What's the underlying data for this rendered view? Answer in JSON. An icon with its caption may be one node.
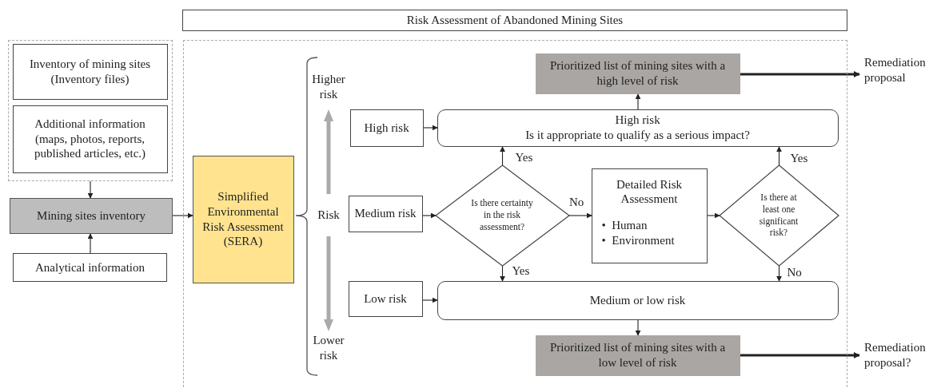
{
  "diagram": {
    "nodes": [
      {
        "text": [
          "Risk Assessment of Abandoned Mining Sites"
        ]
      },
      {
        "text": [],
        "shape": "box"
      },
      {
        "text": [
          "Inventory of mining sites (Inventory files)"
        ],
        "in": 1
      },
      {
        "text": [
          "Additional information (maps, photos, reports, published articles, etc.)"
        ],
        "in": 1
      },
      {
        "text": [
          "Mining sites inventory"
        ]
      },
      {
        "text": [
          "Analytical information"
        ]
      },
      {
        "text": [],
        "shape": "box"
      },
      {
        "text": [
          "Simplified Environmental Risk Assessment (SERA)"
        ],
        "in": 6
      },
      {
        "text": [
          "High risk"
        ],
        "in": 6
      },
      {
        "text": [
          "Medium risk"
        ],
        "in": 6
      },
      {
        "text": [
          "Low risk"
        ],
        "in": 6
      },
      {
        "text": [
          "High risk",
          "Is it appropriate to qualify as a serious impact?"
        ],
        "in": 6
      },
      {
        "text": [
          "Is there certainty in the risk assessment?"
        ],
        "in": 6
      },
      {
        "text": [
          "Detailed Risk Assessment",
          "•  Human",
          "•  Environment"
        ],
        "in": 6
      },
      {
        "text": [
          "Is there at least one significant risk?"
        ],
        "in": 6
      },
      {
        "text": [
          "Medium or low risk"
        ],
        "in": 6
      },
      {
        "text": [
          "Prioritized list of mining sites with a high level of risk"
        ],
        "in": 6
      },
      {
        "text": [
          "Prioritized list of mining sites with a low level of risk"
        ],
        "in": 6
      },
      {
        "text": [
          "Remediation proposal"
        ]
      },
      {
        "text": [
          "Remediation proposal?"
        ]
      }
    ],
    "edges": [
      {
        "from": 1,
        "to": 4,
        "arrow": "to"
      },
      {
        "from": 5,
        "to": 4,
        "arrow": "to"
      },
      {
        "from": 4,
        "to": 7,
        "arrow": "to"
      },
      {
        "from": 8,
        "to": 11,
        "arrow": "to"
      },
      {
        "from": 9,
        "to": 12,
        "arrow": "to"
      },
      {
        "from": 10,
        "to": 15,
        "arrow": "to"
      },
      {
        "from": 12,
        "to": 11,
        "arrow": "to",
        "label": "Yes"
      },
      {
        "from": 12,
        "to": 15,
        "arrow": "to",
        "label": "Yes"
      },
      {
        "from": 12,
        "to": 13,
        "arrow": "to",
        "label": "No"
      },
      {
        "from": 13,
        "to": 14,
        "arrow": "to"
      },
      {
        "from": 14,
        "to": 11,
        "arrow": "to",
        "label": "Yes"
      },
      {
        "from": 14,
        "to": 15,
        "arrow": "to",
        "label": "No"
      },
      {
        "from": 11,
        "to": 16,
        "arrow": "to"
      },
      {
        "from": 15,
        "to": 17,
        "arrow": "to"
      },
      {
        "from": 16,
        "to": 18,
        "arrow": "to",
        "style": "thick"
      },
      {
        "from": 17,
        "to": 19,
        "arrow": "to",
        "style": "thick"
      }
    ],
    "labels": [
      "Higher risk",
      "Risk",
      "Lower risk"
    ]
  }
}
